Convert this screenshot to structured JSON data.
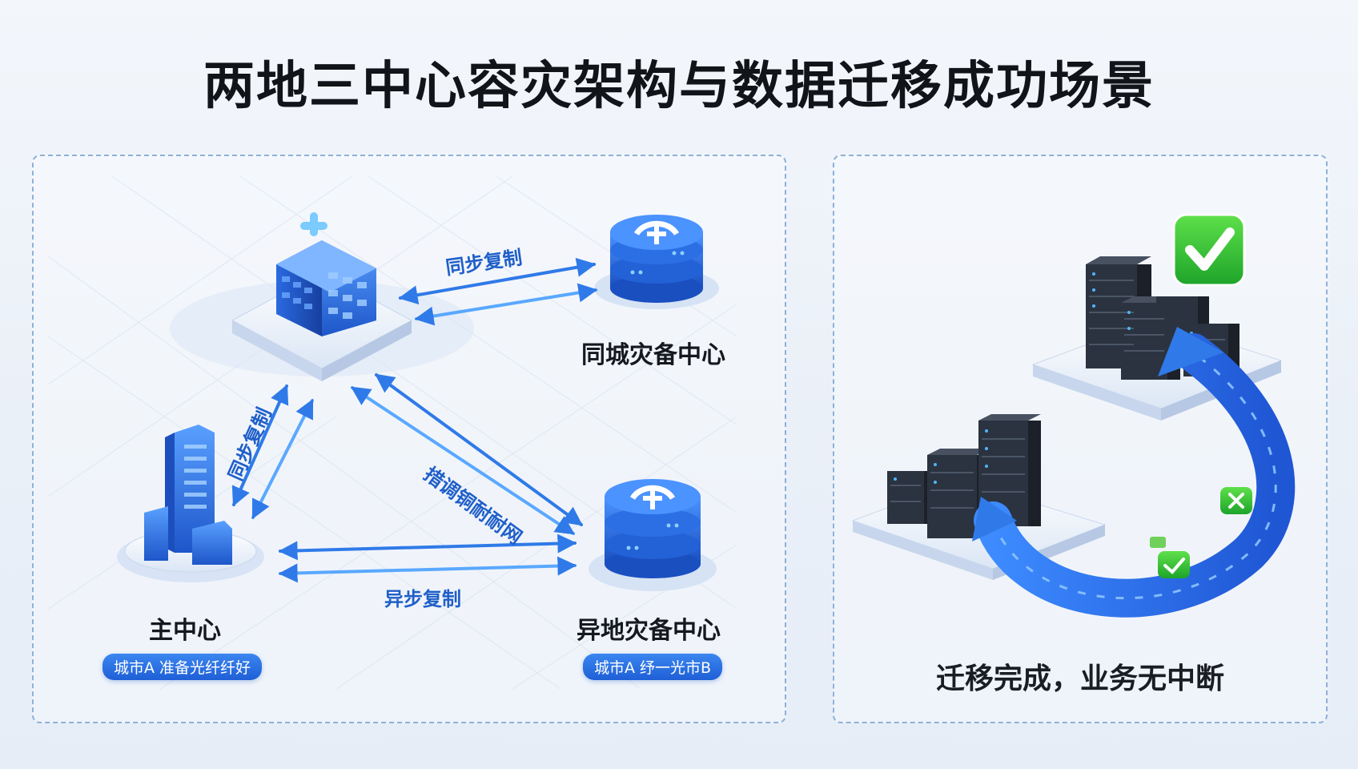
{
  "title": "两地三中心容灾架构与数据迁移成功场景",
  "nodes": {
    "main": {
      "label": "主中心",
      "tag": "城市A 准备光纤纤好"
    },
    "same_city": {
      "label": "同城灾备中心"
    },
    "remote": {
      "label": "异地灾备中心",
      "tag": "城市A 纾一光市B"
    }
  },
  "links": {
    "top_sync": "同步复制",
    "left_sync": "同步复制",
    "diagonal": "措调铜耐耐网",
    "bottom_async": "异步复制"
  },
  "migration": {
    "caption": "迁移完成，业务无中断"
  },
  "colors": {
    "accent": "#2f7ae8",
    "accent_dark": "#1f5fd6",
    "success": "#2fbf3a",
    "server": "#2b3340"
  }
}
